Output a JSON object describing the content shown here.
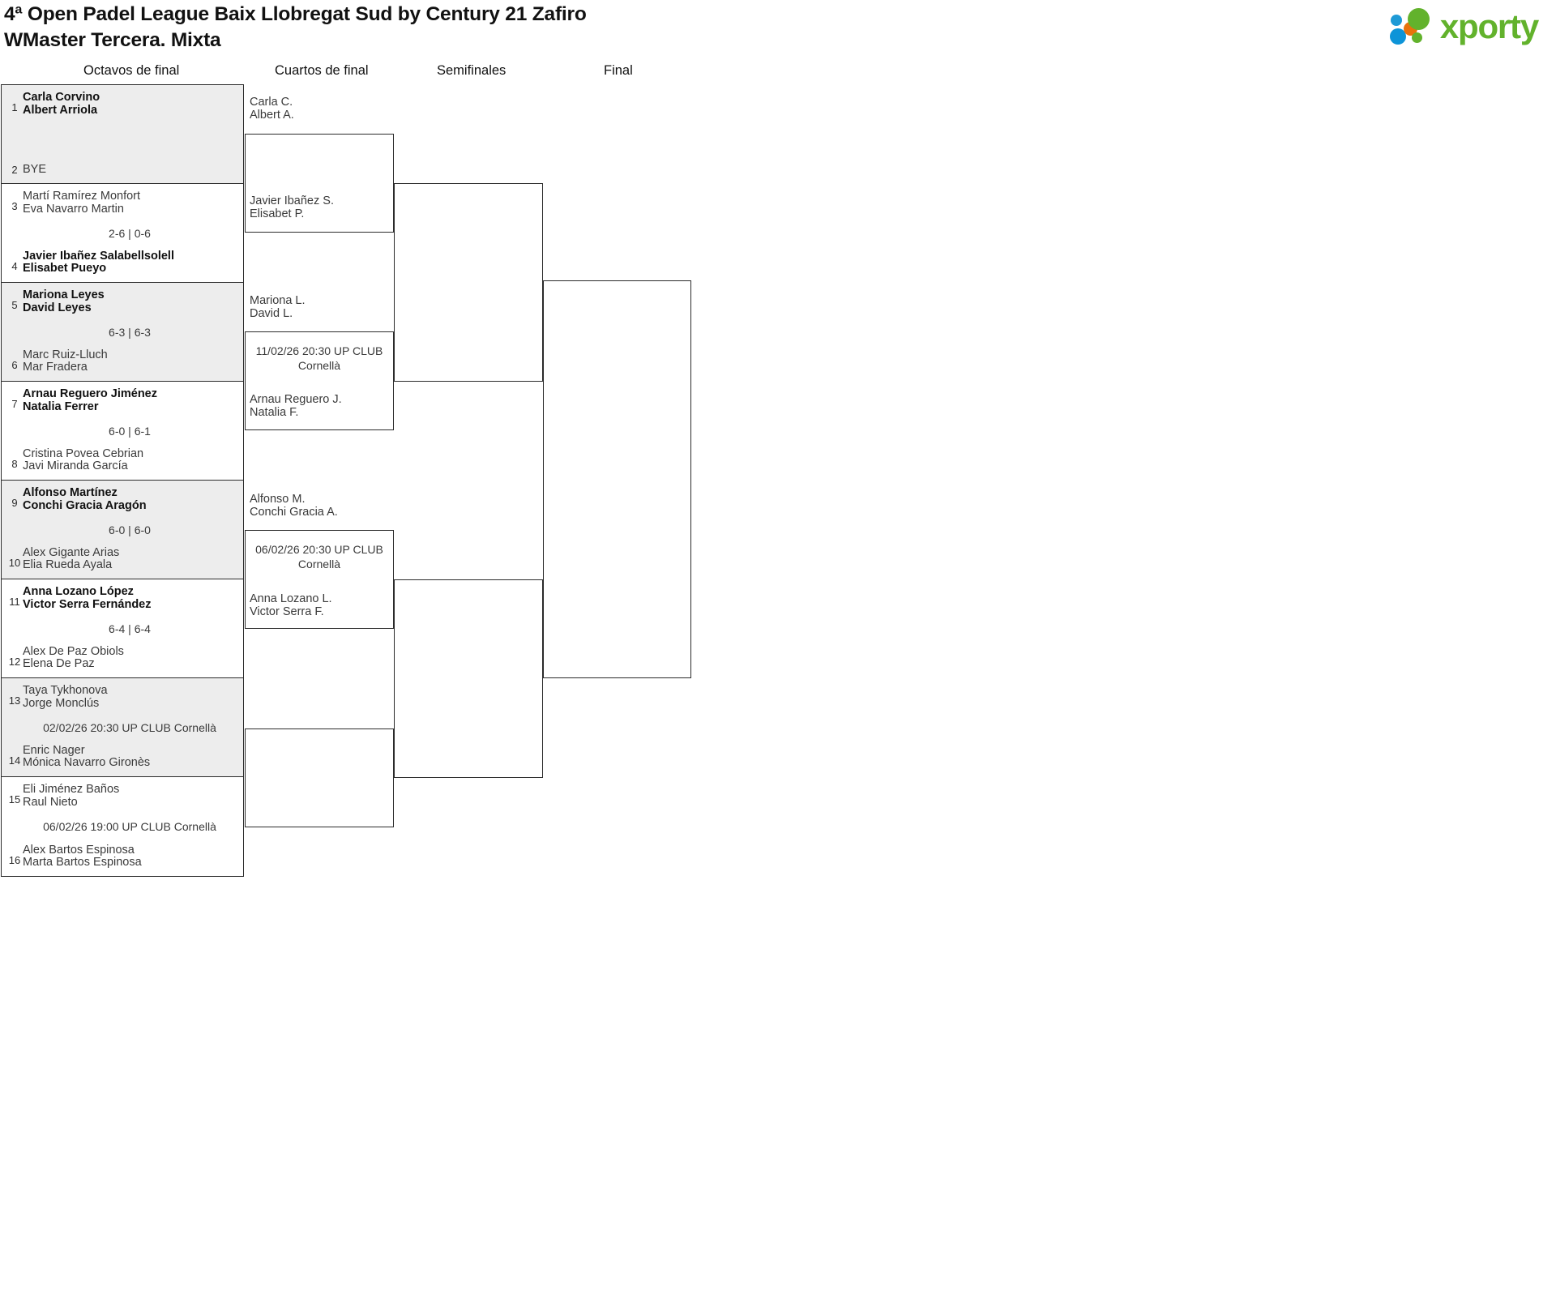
{
  "header": {
    "title_line1": "4ª Open Padel League Baix Llobregat Sud by Century 21 Zafiro",
    "title_line2": "WMaster Tercera. Mixta",
    "logo_word": "xporty"
  },
  "rounds": [
    {
      "label": "Octavos de final"
    },
    {
      "label": "Cuartos de final"
    },
    {
      "label": "Semifinales"
    },
    {
      "label": "Final"
    }
  ],
  "round1": {
    "matches": [
      {
        "shaded": true,
        "top": {
          "seed": "1",
          "p1": "Carla Corvino",
          "p2": "Albert Arriola",
          "winner": true
        },
        "bottom": {
          "seed": "2",
          "p1": "BYE",
          "p2": "",
          "winner": false
        },
        "result": ""
      },
      {
        "shaded": false,
        "top": {
          "seed": "3",
          "p1": "Martí Ramírez Monfort",
          "p2": "Eva Navarro Martin",
          "winner": false
        },
        "bottom": {
          "seed": "4",
          "p1": "Javier Ibañez Salabellsolell",
          "p2": "Elisabet Pueyo",
          "winner": true
        },
        "result": "2-6 | 0-6"
      },
      {
        "shaded": true,
        "top": {
          "seed": "5",
          "p1": "Mariona Leyes",
          "p2": "David Leyes",
          "winner": true
        },
        "bottom": {
          "seed": "6",
          "p1": "Marc Ruiz-Lluch",
          "p2": "Mar Fradera",
          "winner": false
        },
        "result": "6-3 | 6-3"
      },
      {
        "shaded": false,
        "top": {
          "seed": "7",
          "p1": "Arnau Reguero Jiménez",
          "p2": "Natalia Ferrer",
          "winner": true
        },
        "bottom": {
          "seed": "8",
          "p1": "Cristina Povea Cebrian",
          "p2": "Javi Miranda García",
          "winner": false
        },
        "result": "6-0 | 6-1"
      },
      {
        "shaded": true,
        "top": {
          "seed": "9",
          "p1": "Alfonso Martínez",
          "p2": "Conchi Gracia Aragón",
          "winner": true
        },
        "bottom": {
          "seed": "10",
          "p1": "Alex Gigante Arias",
          "p2": "Elia Rueda Ayala",
          "winner": false
        },
        "result": "6-0 | 6-0"
      },
      {
        "shaded": false,
        "top": {
          "seed": "11",
          "p1": "Anna Lozano López",
          "p2": "Victor Serra Fernández",
          "winner": true
        },
        "bottom": {
          "seed": "12",
          "p1": "Alex De Paz Obiols",
          "p2": "Elena De Paz",
          "winner": false
        },
        "result": "6-4 | 6-4"
      },
      {
        "shaded": true,
        "top": {
          "seed": "13",
          "p1": "Taya Tykhonova",
          "p2": "Jorge Monclús",
          "winner": false
        },
        "bottom": {
          "seed": "14",
          "p1": "Enric Nager",
          "p2": "Mónica Navarro Gironès",
          "winner": false
        },
        "result": "02/02/26 20:30 UP CLUB Cornellà"
      },
      {
        "shaded": false,
        "top": {
          "seed": "15",
          "p1": "Eli Jiménez Baños",
          "p2": "Raul Nieto",
          "winner": false
        },
        "bottom": {
          "seed": "16",
          "p1": "Alex Bartos Espinosa",
          "p2": "Marta Bartos Espinosa",
          "winner": false
        },
        "result": "06/02/26 19:00 UP CLUB Cornellà"
      }
    ]
  },
  "round2": {
    "matches": [
      {
        "top": {
          "p1": "Carla C.",
          "p2": "Albert A."
        },
        "bottom": {
          "p1": "Javier Ibañez S.",
          "p2": "Elisabet P."
        },
        "result": ""
      },
      {
        "top": {
          "p1": "Mariona L.",
          "p2": "David L."
        },
        "bottom": {
          "p1": "Arnau Reguero J.",
          "p2": "Natalia F."
        },
        "result": "11/02/26 20:30 UP CLUB Cornellà"
      },
      {
        "top": {
          "p1": "Alfonso M.",
          "p2": "Conchi Gracia A."
        },
        "bottom": {
          "p1": "Anna Lozano L.",
          "p2": "Victor Serra F."
        },
        "result": "06/02/26 20:30 UP CLUB Cornellà"
      },
      {
        "top": {
          "p1": "",
          "p2": ""
        },
        "bottom": {
          "p1": "",
          "p2": ""
        },
        "result": ""
      }
    ]
  },
  "round3": {
    "matches": [
      {
        "top": {
          "p1": "",
          "p2": ""
        },
        "bottom": {
          "p1": "",
          "p2": ""
        },
        "result": ""
      },
      {
        "top": {
          "p1": "",
          "p2": ""
        },
        "bottom": {
          "p1": "",
          "p2": ""
        },
        "result": ""
      }
    ]
  },
  "round4": {
    "matches": [
      {
        "top": {
          "p1": "",
          "p2": ""
        },
        "bottom": {
          "p1": "",
          "p2": ""
        },
        "result": ""
      }
    ]
  }
}
